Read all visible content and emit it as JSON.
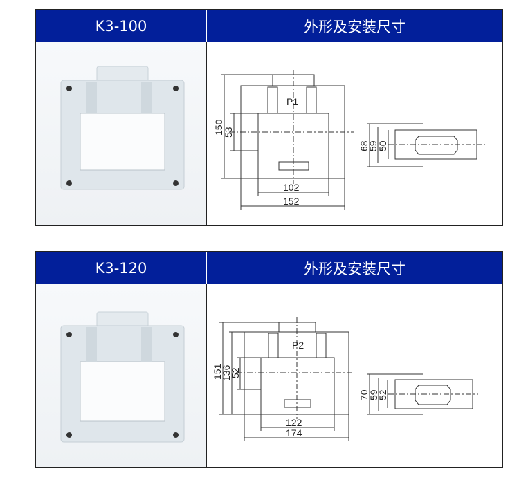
{
  "sections": [
    {
      "model": "K3-100",
      "drawing_title": "外形及安装尺寸",
      "front_label": "P1",
      "dims": {
        "height": "150",
        "window_height": "53",
        "window_width": "102",
        "width": "152",
        "depth": "68",
        "side_mid": "59",
        "side_inner": "50"
      }
    },
    {
      "model": "K3-120",
      "drawing_title": "外形及安装尺寸",
      "front_label": "P2",
      "dims": {
        "height": "151",
        "inner_height": "136",
        "window_height": "52",
        "window_width": "122",
        "width": "174",
        "depth": "70",
        "side_mid": "59",
        "side_inner": "52"
      }
    }
  ],
  "colors": {
    "header": "#021f9a"
  }
}
